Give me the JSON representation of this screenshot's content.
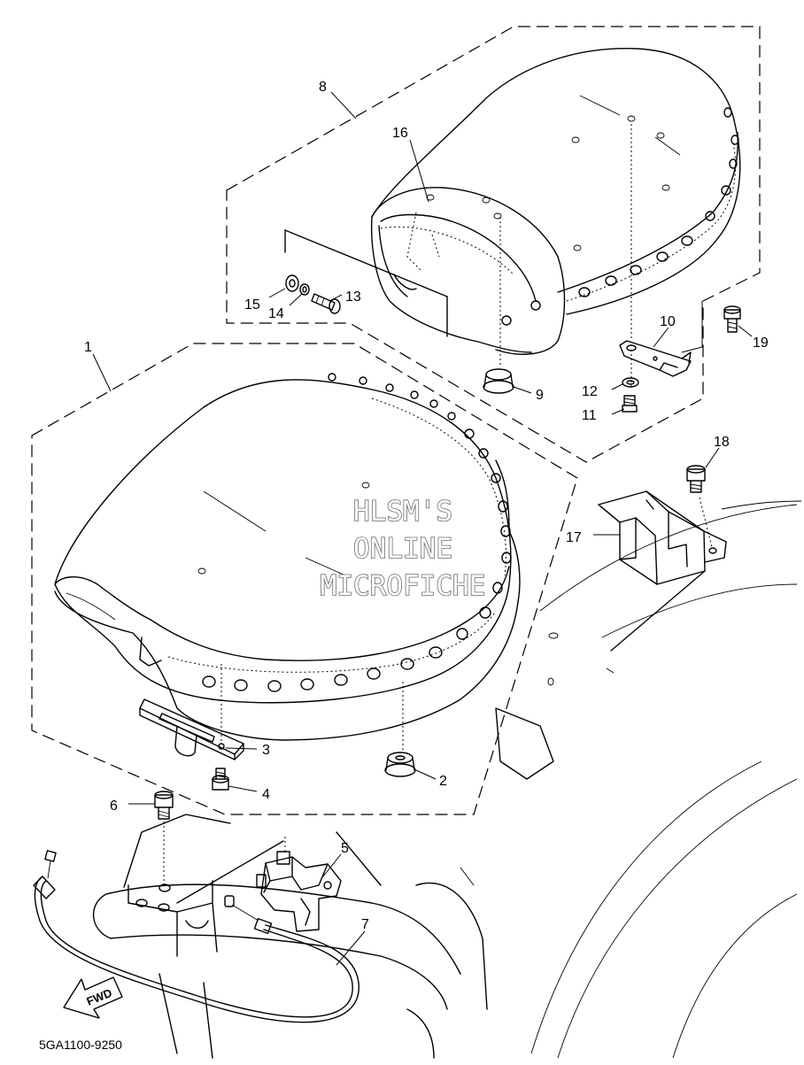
{
  "callouts": [
    "1",
    "2",
    "3",
    "4",
    "5",
    "6",
    "7",
    "8",
    "9",
    "10",
    "11",
    "12",
    "13",
    "14",
    "15",
    "16",
    "17",
    "18",
    "19"
  ],
  "watermark": [
    "HLSM'S",
    "ONLINE",
    "MICROFICHE"
  ],
  "fwd_arrow": {
    "label": "FWD",
    "icon": "fwd-arrow-icon"
  },
  "diagram_code": "5GA1100-9250"
}
